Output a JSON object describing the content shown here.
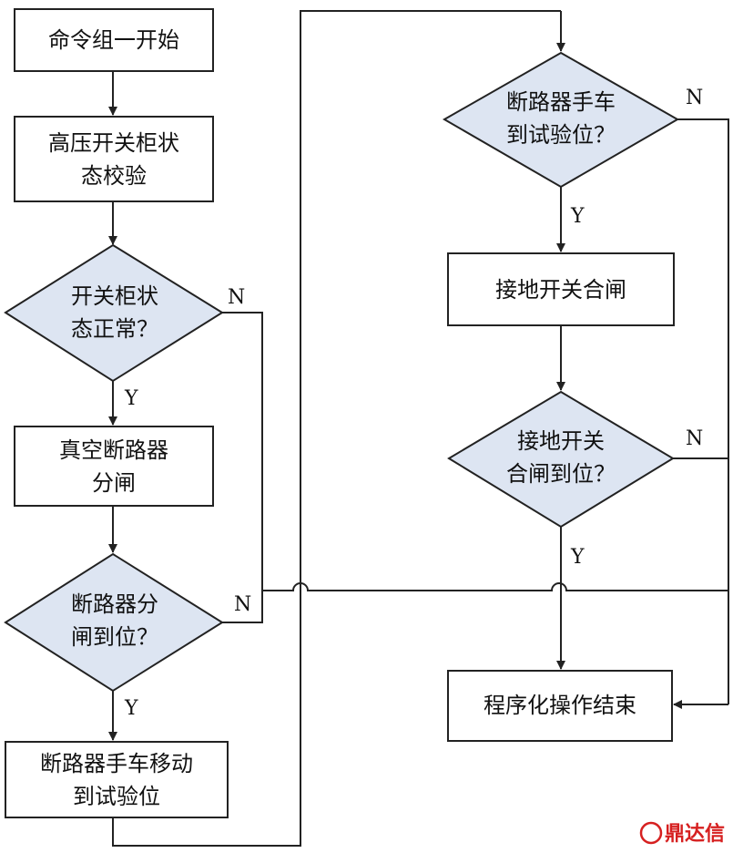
{
  "nodes": {
    "start": "命令组一开始",
    "check_line1": "高压开关柜状",
    "check_line2": "态校验",
    "cabinet_q_line1": "开关柜状",
    "cabinet_q_line2": "态正常？",
    "vacuum_line1": "真空断路器",
    "vacuum_line2": "分闸",
    "breaker_open_q_line1": "断路器分",
    "breaker_open_q_line2": "闸到位？",
    "move_line1": "断路器手车移动",
    "move_line2": "到试验位",
    "test_pos_q_line1": "断路器手车",
    "test_pos_q_line2": "到试验位？",
    "ground_close": "接地开关合闸",
    "ground_q_line1": "接地开关",
    "ground_q_line2": "合闸到位？",
    "end": "程序化操作结束"
  },
  "edge_labels": {
    "yes": "Y",
    "no": "N"
  },
  "watermark": {
    "text": "鼎达信",
    "color": "#d62020"
  }
}
